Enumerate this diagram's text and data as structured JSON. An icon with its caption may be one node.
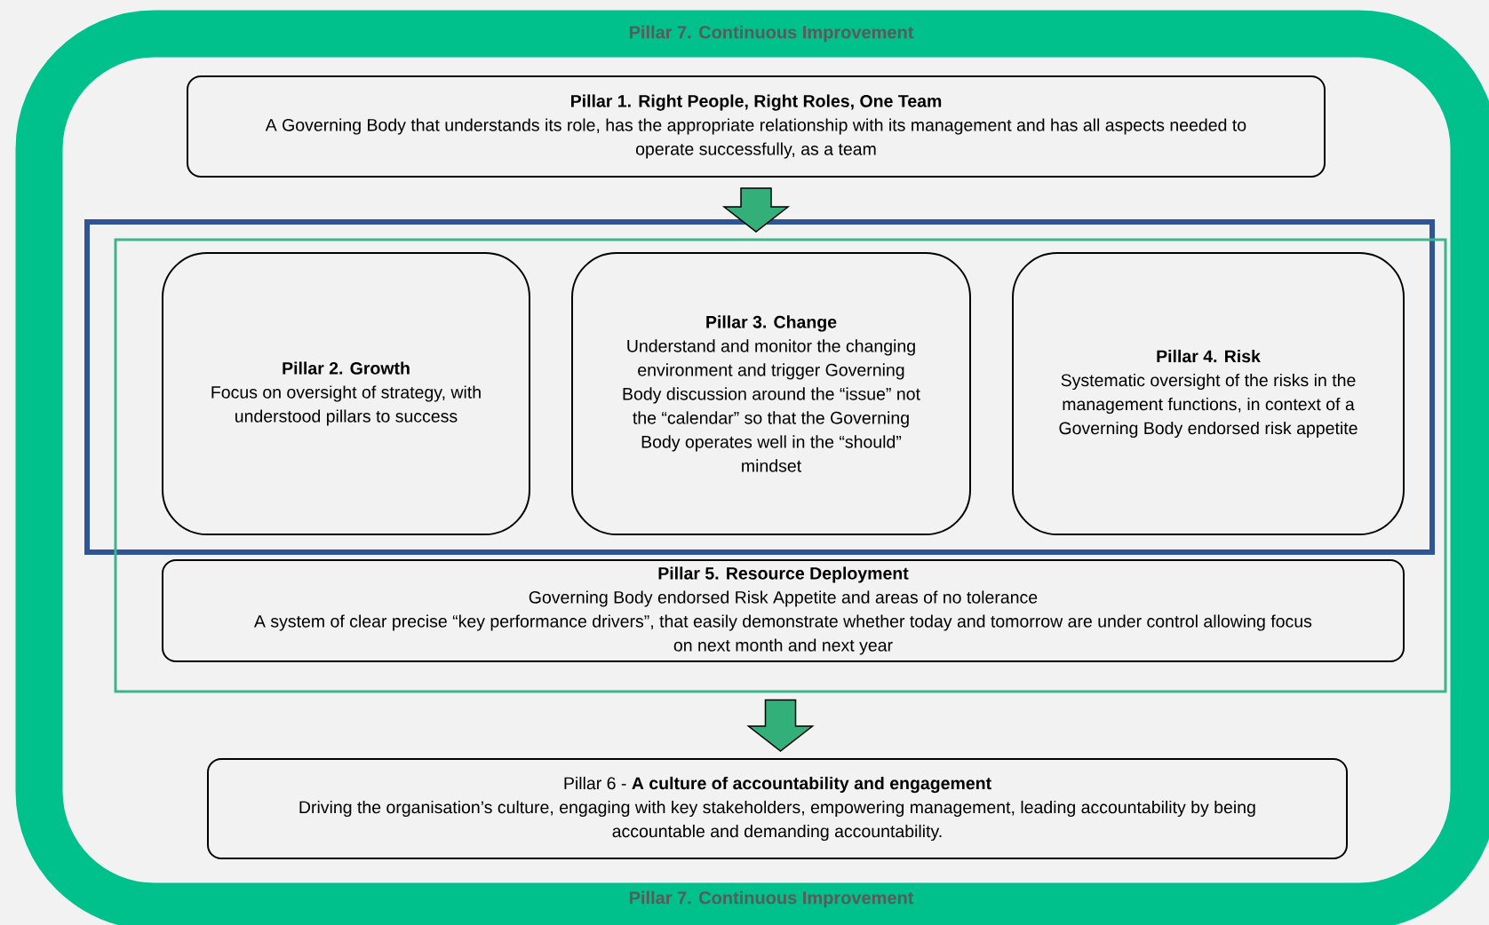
{
  "diagram": {
    "nodes": [
      {
        "text": [
          "Pillar 7. Continuous Improvement",
          "Pillar 7. Continuous Improvement"
        ]
      },
      {
        "text": [
          "Pillar 1. Right People, Right Roles, One Team",
          "A Governing Body that understands its role, has the appropriate relationship with its management and has all aspects needed to operate successfully, as a team"
        ]
      },
      {
        "text": [],
        "shape": "box"
      },
      {
        "text": [],
        "shape": "box"
      },
      {
        "text": [
          "Pillar 2. Growth",
          "Focus on oversight of strategy, with understood pillars to success"
        ],
        "in": 2
      },
      {
        "text": [
          "Pillar 3. Change",
          "Understand and monitor the changing environment and trigger Governing Body discussion around the “issue” not the “calendar” so that the Governing Body operates well in the “should” mindset"
        ],
        "in": 2
      },
      {
        "text": [
          "Pillar 4. Risk",
          "Systematic oversight of the risks in the management functions, in context of a Governing Body endorsed risk appetite"
        ],
        "in": 2
      },
      {
        "text": [
          "Pillar 5. Resource Deployment",
          "Governing Body endorsed Risk Appetite and areas of no tolerance",
          "A system of clear precise “key performance drivers”, that easily demonstrate whether today and tomorrow are under control allowing focus on next month and next year"
        ],
        "in": 3
      },
      {
        "text": [
          "Pillar 6 - **A culture of accountability and engagement**",
          "Driving the organisation’s culture, engaging with key stakeholders, empowering management, leading accountability by being accountable and demanding accountability."
        ]
      }
    ],
    "edges": [
      {
        "from": 1,
        "to": 2,
        "arrow": "to"
      },
      {
        "from": 3,
        "to": 8,
        "arrow": "to"
      }
    ]
  }
}
